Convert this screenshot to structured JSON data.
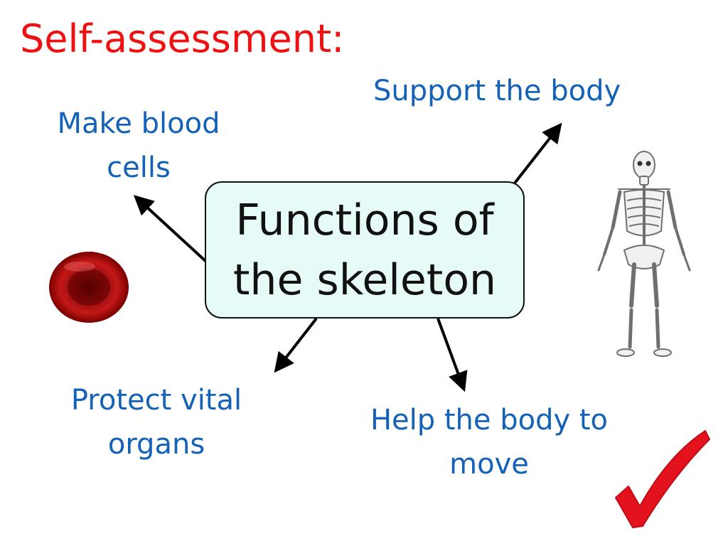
{
  "colors": {
    "title": "#ee1111",
    "label": "#1462b8",
    "box_fill": "#e6faf8",
    "arrow": "#000000",
    "tick": "#e3121c",
    "blood_cell": "#b00000"
  },
  "title": "Self-assessment:",
  "center": {
    "line1": "Functions of",
    "line2": "the skeleton"
  },
  "branches": {
    "support": {
      "line1": "Support the body"
    },
    "blood": {
      "line1": "Make blood",
      "line2": "cells"
    },
    "protect": {
      "line1": "Protect vital",
      "line2": "organs"
    },
    "move": {
      "line1": "Help the body to",
      "line2": "move"
    }
  },
  "images": {
    "blood_cell": "red-blood-cell-illustration",
    "skeleton": "human-skeleton-illustration",
    "tick": "red-checkmark-icon"
  }
}
